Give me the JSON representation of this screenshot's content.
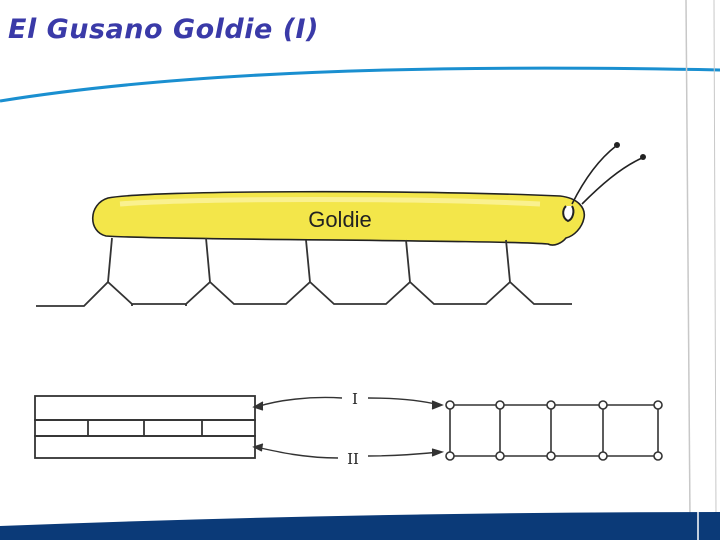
{
  "slide": {
    "title": "El Gusano Goldie (I)",
    "theme_accent": "#1a8fd0",
    "theme_dark": "#0b3a78"
  },
  "figure": {
    "worm_label": "Goldie",
    "worm_color": "#f3e64a",
    "line_color": "#333333",
    "label_I": "I",
    "label_II": "II"
  }
}
